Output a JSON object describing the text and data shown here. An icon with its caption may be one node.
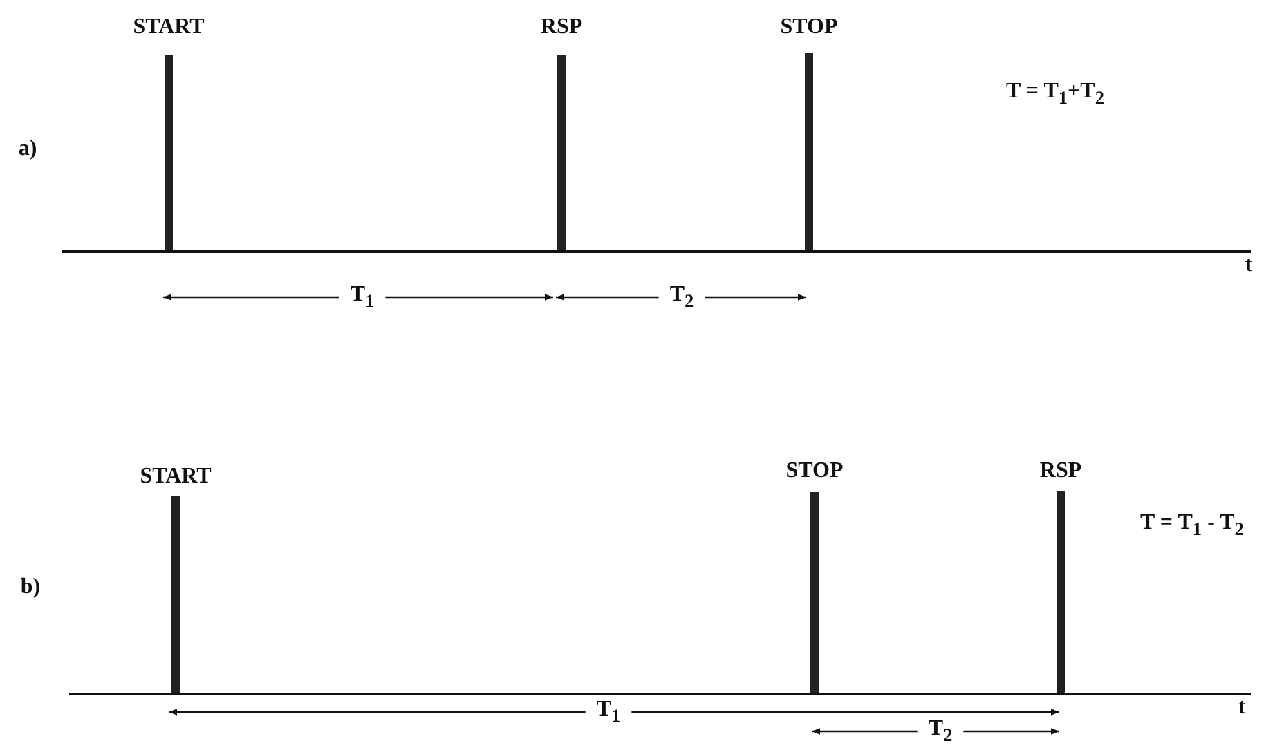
{
  "diagram": {
    "labels": [
      "START",
      "RSP",
      "STOP",
      "T = T$_{1}$+T$_{2}$",
      "a)",
      "t",
      "T$_{1}$",
      "T$_{2}$",
      "START",
      "STOP",
      "RSP",
      "T = T$_{1}$ - T$_{2}$",
      "b)",
      "t",
      "T$_{1}$",
      "T$_{2}$"
    ]
  }
}
